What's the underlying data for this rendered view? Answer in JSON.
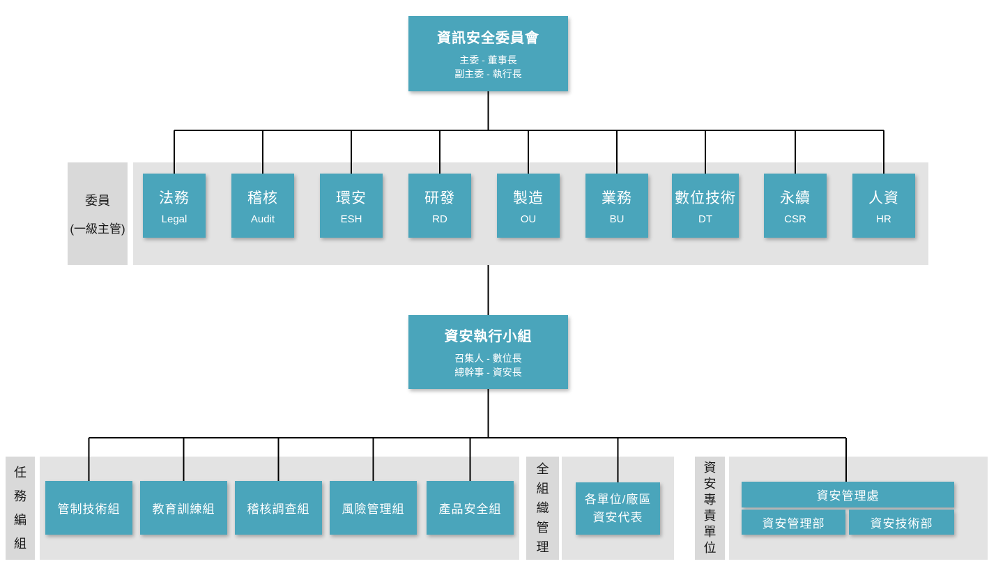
{
  "colors": {
    "accent": "#4AA5BB",
    "band": "#E3E3E3",
    "labelbox": "#D9D9D9",
    "line": "#000000",
    "boxtext": "#FFFFFF",
    "text": "#1A1A1A"
  },
  "committee": {
    "title": "資訊安全委員會",
    "subtitle": "主委 - 董事長\n副主委 - 執行長"
  },
  "members_row": {
    "label_line1": "委員",
    "label_line2": "(一級主管)",
    "members": [
      {
        "zh": "法務",
        "en": "Legal"
      },
      {
        "zh": "稽核",
        "en": "Audit"
      },
      {
        "zh": "環安",
        "en": "ESH"
      },
      {
        "zh": "研發",
        "en": "RD"
      },
      {
        "zh": "製造",
        "en": "OU"
      },
      {
        "zh": "業務",
        "en": "BU"
      },
      {
        "zh": "數位技術",
        "en": "DT"
      },
      {
        "zh": "永續",
        "en": "CSR"
      },
      {
        "zh": "人資",
        "en": "HR"
      }
    ]
  },
  "task_force": {
    "title": "資安執行小組",
    "subtitle": "召集人 - 數位長\n總幹事 - 資安長"
  },
  "bottom": {
    "task_group": {
      "label": "任務編組",
      "teams": [
        "管制技術組",
        "教育訓練組",
        "稽核調查組",
        "風險管理組",
        "產品安全組"
      ]
    },
    "org_wide": {
      "label": "全組織管理",
      "box": "各單位/廠區\n資安代表"
    },
    "dedicated": {
      "label": "資安專責單位",
      "division": "資安管理處",
      "departments": [
        "資安管理部",
        "資安技術部"
      ]
    }
  }
}
